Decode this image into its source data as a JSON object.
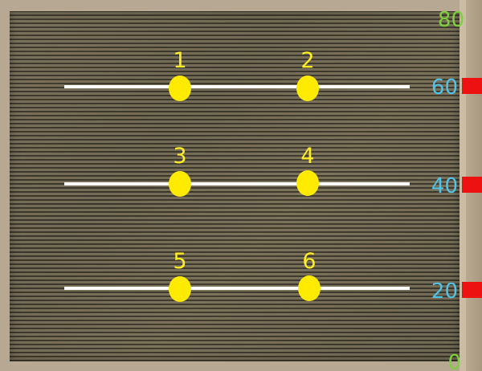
{
  "colors": {
    "transect_line": "#ffffff",
    "point_fill": "#ffeb00",
    "point_label": "#ffee22",
    "scale_cyan": "#4fc3e8",
    "scale_green": "#7ad13a",
    "scale_marker": "#ee1111"
  },
  "scale": {
    "top": "80",
    "bottom": "0",
    "marks": [
      "60",
      "40",
      "20"
    ]
  },
  "transects": [
    {
      "points": [
        {
          "label": "1"
        },
        {
          "label": "2"
        }
      ]
    },
    {
      "points": [
        {
          "label": "3"
        },
        {
          "label": "4"
        }
      ]
    },
    {
      "points": [
        {
          "label": "5"
        },
        {
          "label": "6"
        }
      ]
    }
  ]
}
